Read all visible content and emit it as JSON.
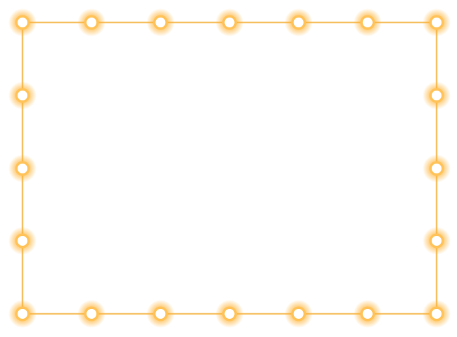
{
  "frame": {
    "style": "marquee light-bulb border",
    "colors": {
      "wire": "#F7C46C",
      "bulb_glow": "#FFB02E",
      "bulb_ring": "#FFC35A",
      "bulb_center": "#FFFFFF",
      "background": "#FFFFFF"
    },
    "bulbs": {
      "top_count": 7,
      "bottom_count": 7,
      "left_middle_count": 3,
      "right_middle_count": 3,
      "total": 20
    }
  }
}
